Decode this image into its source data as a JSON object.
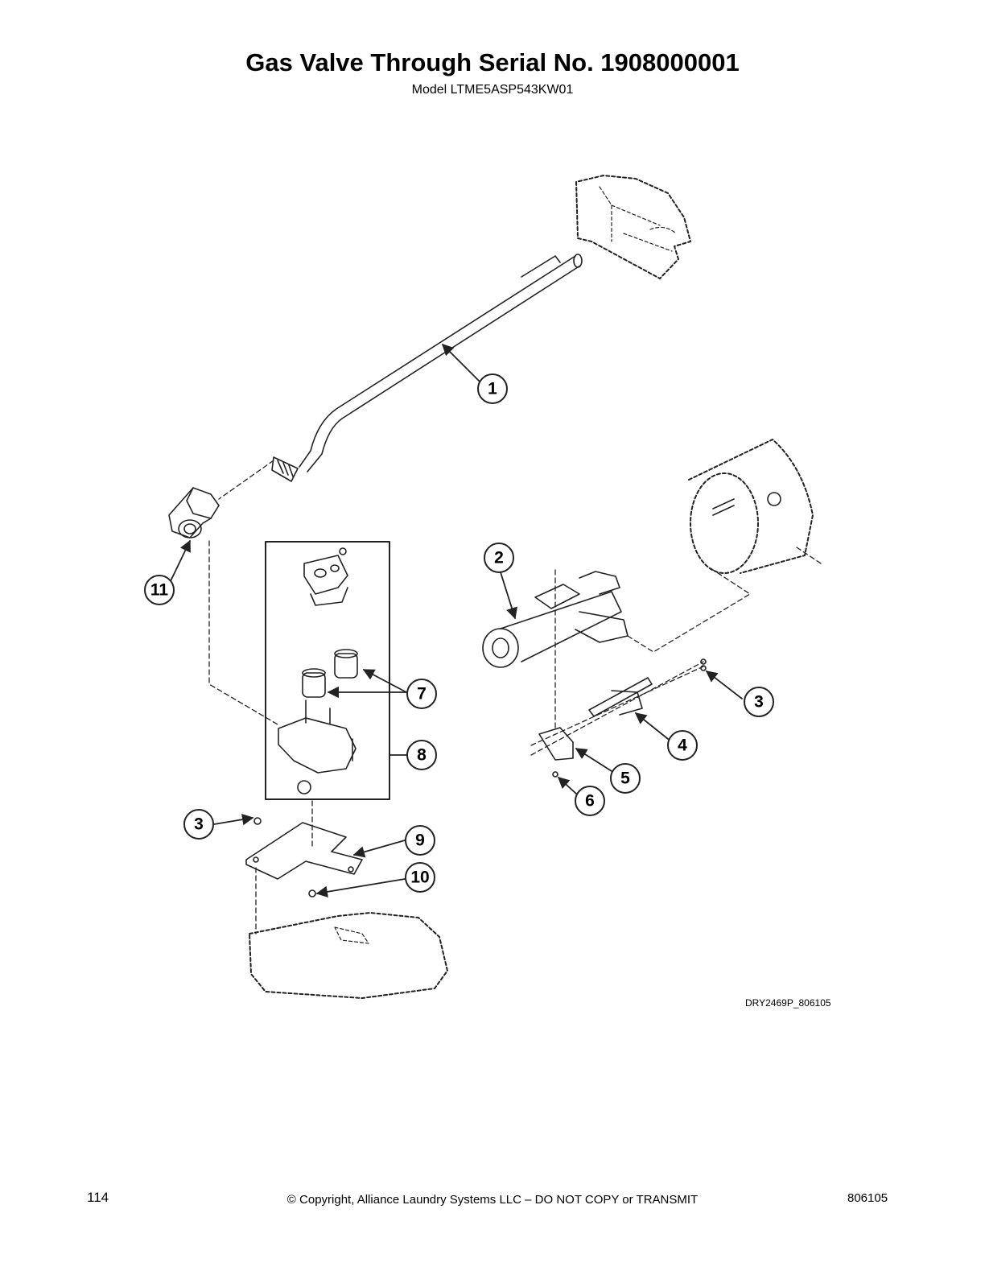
{
  "header": {
    "title": "Gas Valve Through Serial No. 1908000001",
    "model": "Model LTME5ASP543KW01"
  },
  "callouts": [
    "1",
    "2",
    "3",
    "4",
    "5",
    "6",
    "7",
    "8",
    "3",
    "9",
    "10",
    "11"
  ],
  "figure_code": "DRY2469P_806105",
  "footer": {
    "page_number": "114",
    "copyright": "© Copyright, Alliance Laundry Systems LLC – DO NOT COPY or TRANSMIT",
    "doc_number": "806105"
  }
}
